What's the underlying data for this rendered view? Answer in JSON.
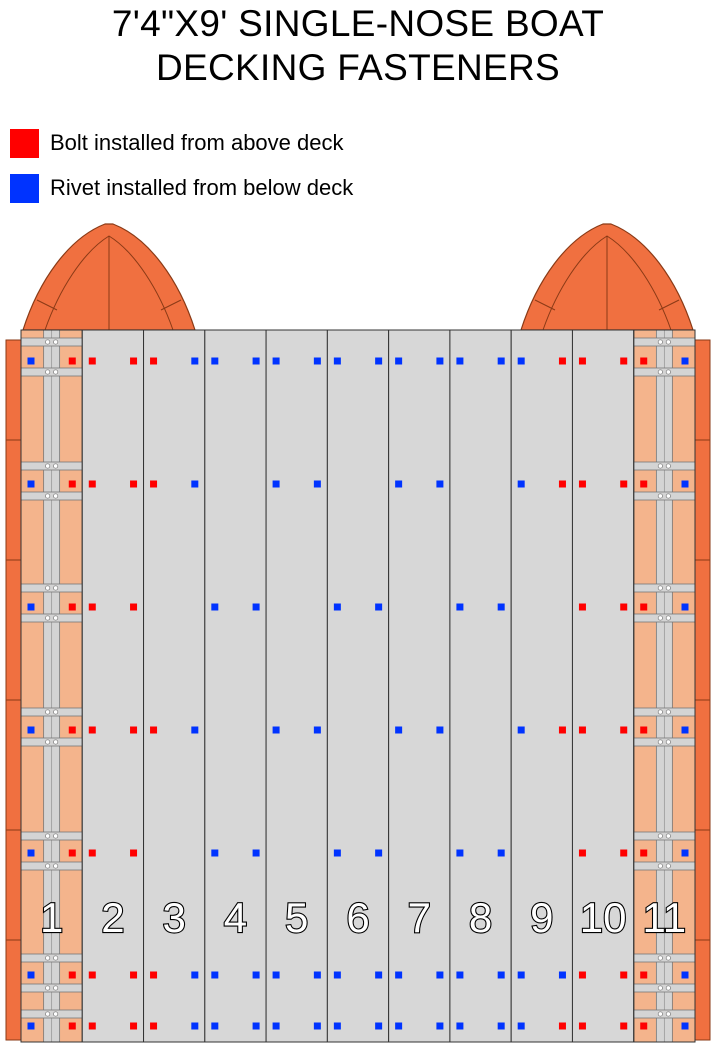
{
  "title": {
    "line1": "7'4\"X9' SINGLE-NOSE BOAT",
    "line2": "DECKING FASTENERS"
  },
  "legend": {
    "bolt": {
      "label": "Bolt installed from above deck",
      "color": "#ff0000"
    },
    "rivet": {
      "label": "Rivet installed from below deck",
      "color": "#0033ff"
    }
  },
  "colors": {
    "hull": "#f07040",
    "hull_stroke": "#8a3a16",
    "pontoon_inner": "#f4b48c",
    "plank": "#d7d7d7",
    "plank_stroke": "#333333",
    "frame": "#d4d4d4"
  },
  "planks": [
    "1",
    "2",
    "3",
    "4",
    "5",
    "6",
    "7",
    "8",
    "9",
    "10",
    "11"
  ],
  "fastener_rows": [
    {
      "row": 1,
      "pattern": "BR RR RB BB BB BB BB BB BR RR RB"
    },
    {
      "row": 2,
      "pattern": "BR RR RB -- BB -- BB -- BR RR RB"
    },
    {
      "row": 3,
      "pattern": "BR RR -- BB -- BB -- BB -- RR RB"
    },
    {
      "row": 4,
      "pattern": "BR RR RB -- BB -- BB -- BR RR RB"
    },
    {
      "row": 5,
      "pattern": "BR RR -- BB -- BB -- BB -- RR RB"
    },
    {
      "row": 6,
      "pattern": "BR RR RB BB BB BB BB BB BB RR RB"
    },
    {
      "row": 7,
      "pattern": "BR RR RB BB BB BB BB BB BR RR RB"
    }
  ]
}
